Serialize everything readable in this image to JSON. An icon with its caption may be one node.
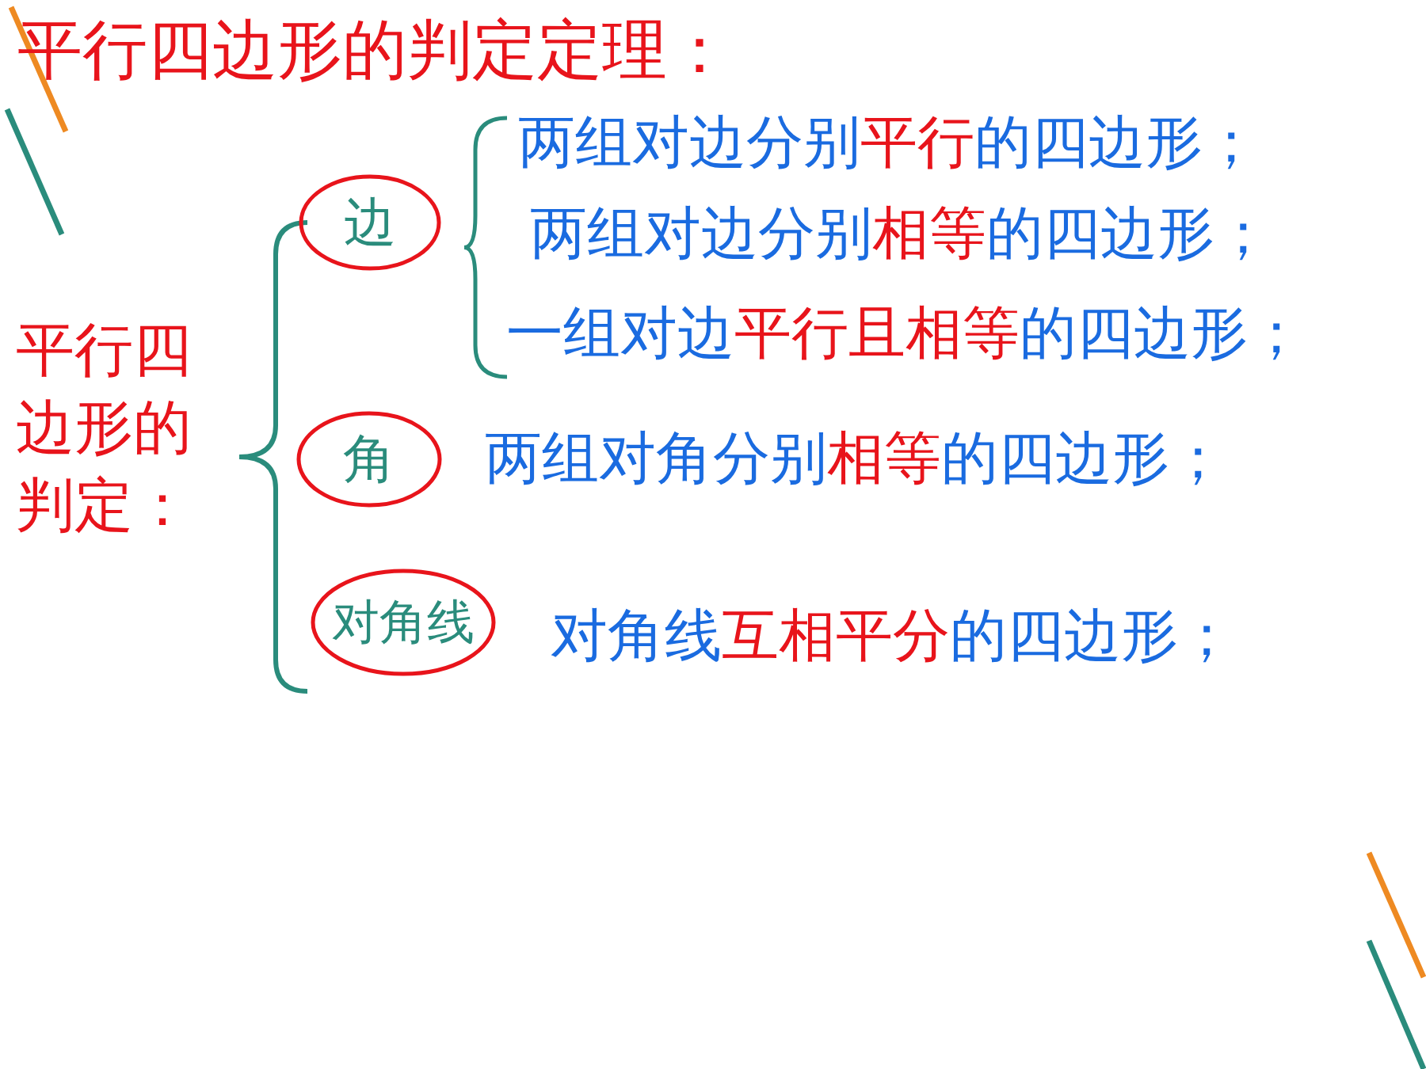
{
  "diagram": {
    "title": "平行四边形的判定定理：",
    "nodes": [
      {
        "text": [
          "边"
        ],
        "beside": [
          "两组对边分别**平行**的四边形；",
          "两组对边分别**相等**的四边形；",
          "一组对边**平行且相等**的四边形；"
        ]
      },
      {
        "text": [
          "角"
        ],
        "beside": [
          "两组对角分别**相等**的四边形；"
        ]
      },
      {
        "text": [
          "对角线"
        ],
        "beside": [
          "对角线**互相平分**的四边形；"
        ]
      }
    ],
    "labels": [
      "平行四边形的判定："
    ]
  }
}
